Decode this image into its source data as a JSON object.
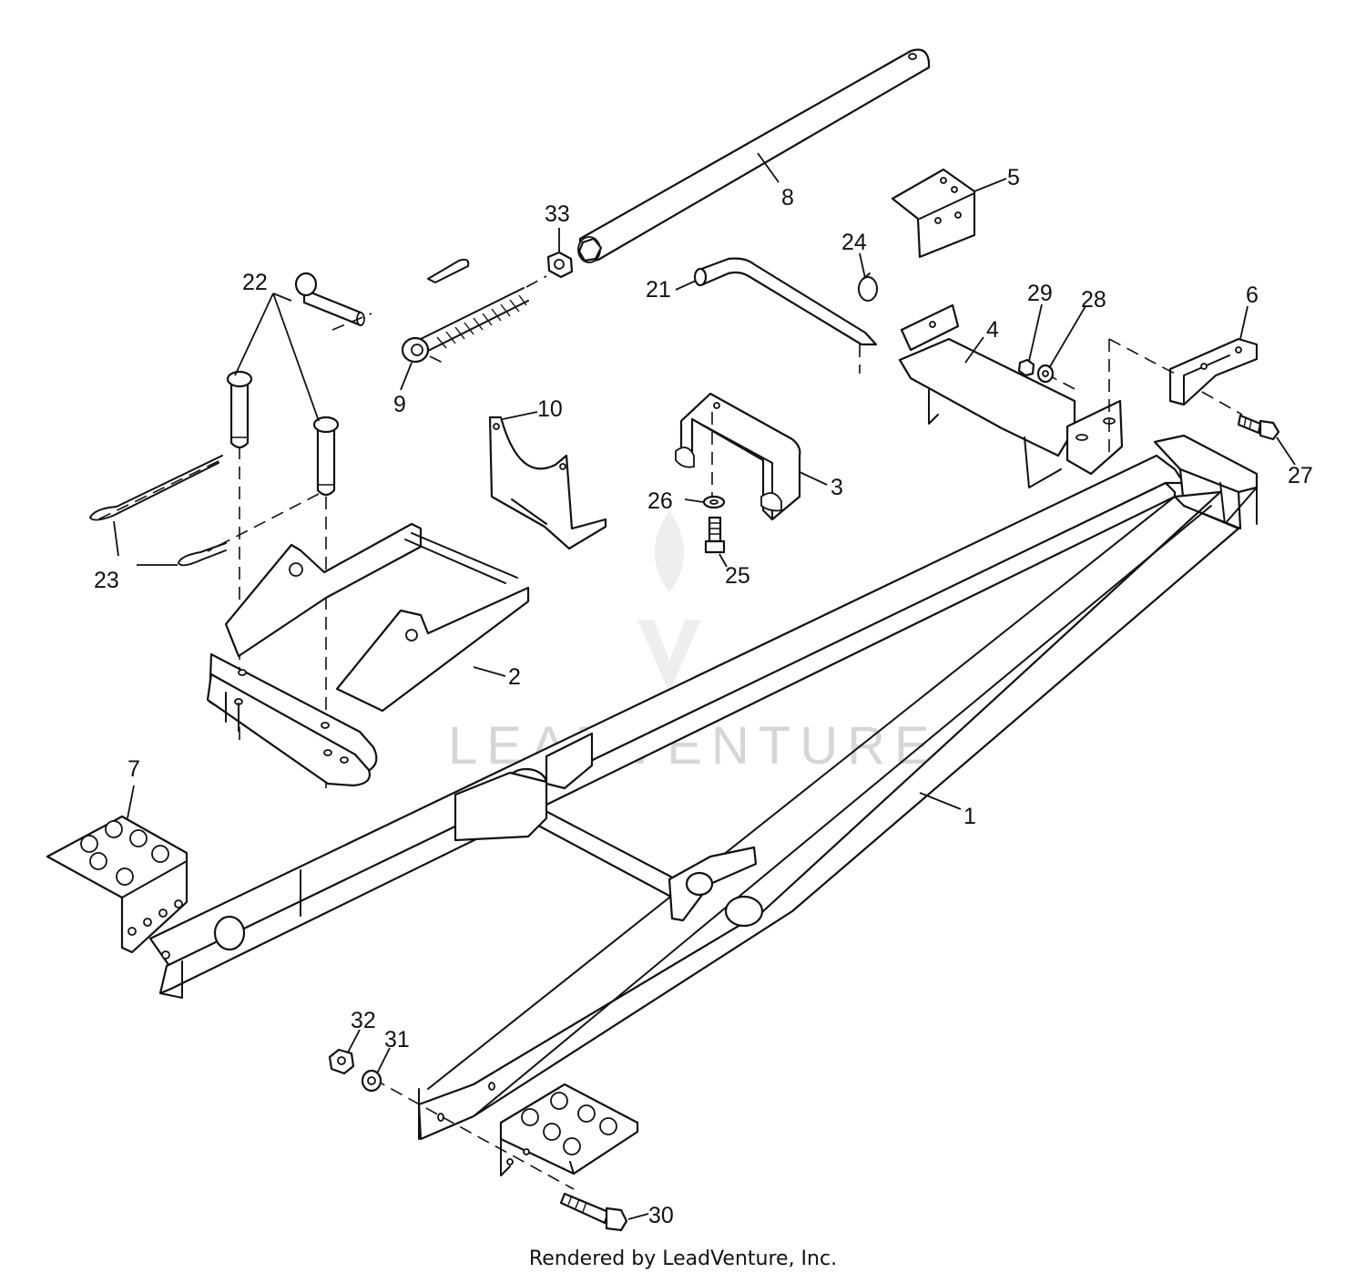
{
  "callouts": {
    "c1": "1",
    "c2": "2",
    "c3": "3",
    "c4": "4",
    "c5": "5",
    "c6": "6",
    "c7": "7",
    "c8": "8",
    "c9": "9",
    "c10": "10",
    "c21": "21",
    "c22": "22",
    "c23": "23",
    "c24": "24",
    "c25": "25",
    "c26": "26",
    "c27": "27",
    "c28": "28",
    "c29": "29",
    "c30": "30",
    "c31": "31",
    "c32": "32",
    "c33": "33"
  },
  "watermark": {
    "text": "LEADVENTURE",
    "color": "#d6d6d6"
  },
  "footer": {
    "text": "Rendered by LeadVenture, Inc."
  },
  "colors": {
    "line": "#111111",
    "background": "#ffffff"
  }
}
